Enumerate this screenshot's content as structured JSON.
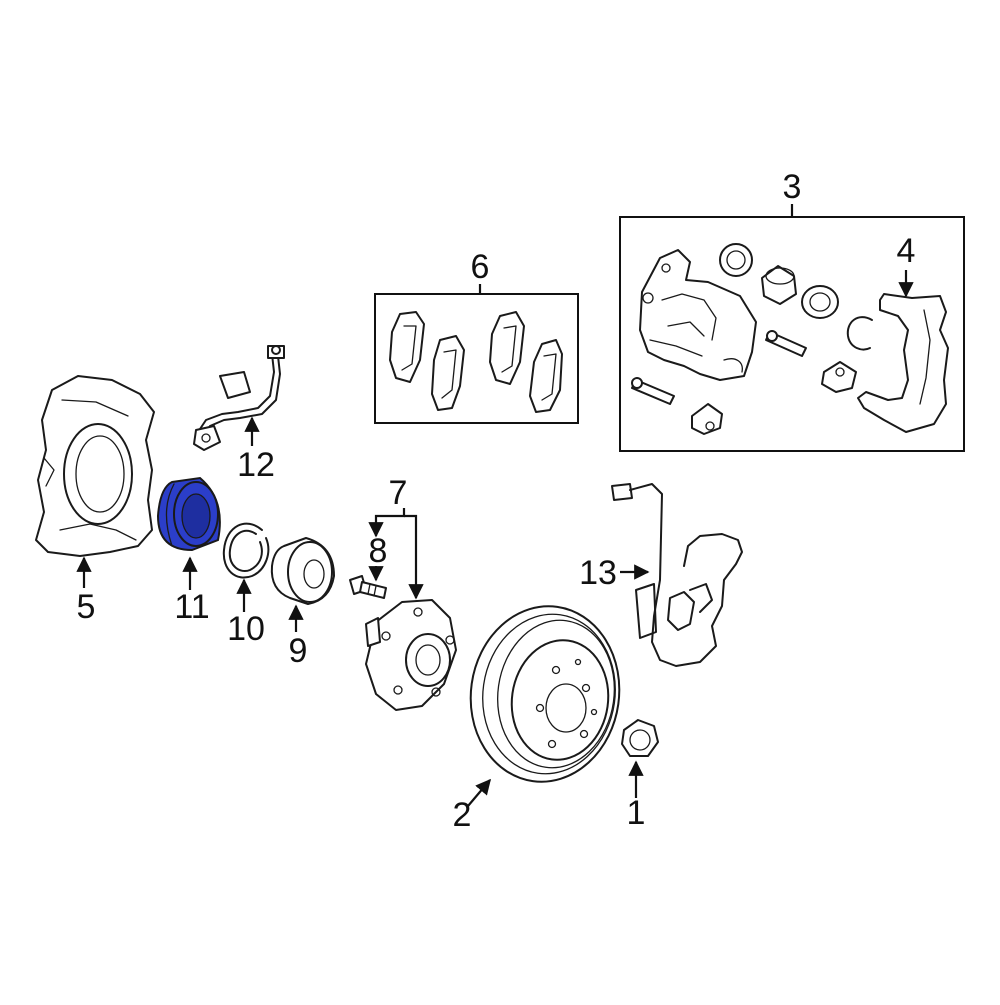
{
  "diagram": {
    "highlight_color": "#2b3ec9",
    "callouts": [
      {
        "id": "1",
        "label": "1"
      },
      {
        "id": "2",
        "label": "2"
      },
      {
        "id": "3",
        "label": "3"
      },
      {
        "id": "4",
        "label": "4"
      },
      {
        "id": "5",
        "label": "5"
      },
      {
        "id": "6",
        "label": "6"
      },
      {
        "id": "7",
        "label": "7"
      },
      {
        "id": "8",
        "label": "8"
      },
      {
        "id": "9",
        "label": "9"
      },
      {
        "id": "10",
        "label": "10"
      },
      {
        "id": "11",
        "label": "11"
      },
      {
        "id": "12",
        "label": "12"
      },
      {
        "id": "13",
        "label": "13"
      }
    ],
    "highlighted_part": "11"
  }
}
